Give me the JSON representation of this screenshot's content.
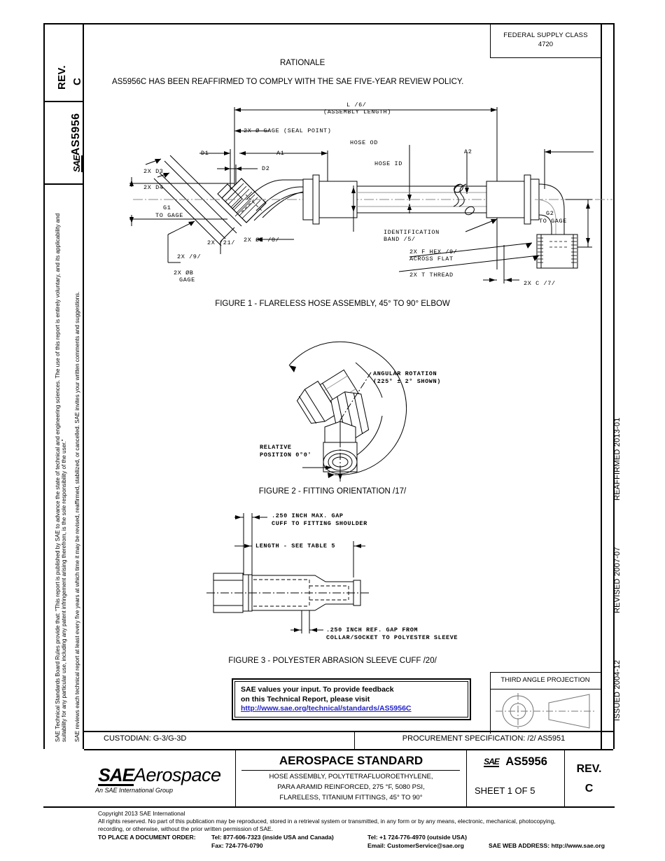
{
  "sidebar_left": {
    "rev_label": "REV.",
    "rev_value": "C",
    "doc_number": "AS5956",
    "sae_mark": "SAE",
    "legal_paragraph_1": "SAE Technical Standards Board Rules provide that: \"This report is published by SAE to advance the state of technical and engineering sciences. The use of this report is entirely voluntary, and its applicability and suitability for any particular use, including any patent infringement arising therefrom, is the sole responsibility of the user.\"",
    "legal_paragraph_2": "SAE reviews each technical report at least every five years at which time it may be revised, reaffirmed, stabilized, or cancelled. SAE invites your written comments and suggestions."
  },
  "sidebar_right": {
    "reaffirmed": "REAFFIRMED 2013-01",
    "revised": "REVISED 2007-07",
    "issued": "ISSUED 2004-12"
  },
  "header": {
    "fsc_label": "FEDERAL SUPPLY CLASS",
    "fsc_value": "4720",
    "rationale_title": "RATIONALE",
    "rationale_body": "AS5956C HAS BEEN REAFFIRMED TO COMPLY WITH THE SAE FIVE-YEAR REVIEW POLICY."
  },
  "figure1": {
    "caption": "FIGURE 1 - FLARELESS HOSE ASSEMBLY, 45° TO 90° ELBOW",
    "labels": {
      "assembly_length_1": "L /6/",
      "assembly_length_2": "(ASSEMBLY LENGTH)",
      "gage_seal_point": "2X Ø GAGE (SEAL POINT)",
      "hose_od": "HOSE OD",
      "hose_id": "HOSE ID",
      "d1": "D1",
      "d2": "D2",
      "a1": "A1",
      "a2": "A2",
      "d3": "2X D3",
      "d4": "2X D4",
      "g1_1": "G1",
      "g1_2": "TO GAGE",
      "g2_1": "G2",
      "g2_2": "TO GAGE",
      "note21": "2X /21/",
      "note9": "2X /9/",
      "dia_b_1": "2X ØB",
      "dia_b_2": "GAGE",
      "dia_e": "2X ØE /8/",
      "ident_band_1": "IDENTIFICATION",
      "ident_band_2": "BAND /5/",
      "f_hex_1": "2X F HEX /9/",
      "f_hex_2": "ACROSS FLAT",
      "t_thread": "2X T THREAD",
      "c_note": "2X C /7/"
    }
  },
  "figure2": {
    "caption": "FIGURE 2 - FITTING ORIENTATION /17/",
    "labels": {
      "angular_rotation_1": "ANGULAR ROTATION",
      "angular_rotation_2": "(225° ± 2° SHOWN)",
      "relative_position_1": "RELATIVE",
      "relative_position_2": "POSITION 0°0'"
    }
  },
  "figure3": {
    "caption": "FIGURE 3 - POLYESTER ABRASION SLEEVE CUFF /20/",
    "labels": {
      "max_gap_1": ".250 INCH MAX. GAP",
      "max_gap_2": "CUFF TO FITTING SHOULDER",
      "length_table": "LENGTH - SEE TABLE 5",
      "ref_gap_1": ".250 INCH REF. GAP FROM",
      "ref_gap_2": "COLLAR/SOCKET TO POLYESTER SLEEVE"
    }
  },
  "feedback": {
    "line1": "SAE values your input. To provide feedback",
    "line2": "on this Technical Report, please visit",
    "link": "http://www.sae.org/technical/standards/AS5956C"
  },
  "projection": {
    "title": "THIRD ANGLE PROJECTION"
  },
  "titleblock": {
    "custodian": "CUSTODIAN: G-3/G-3D",
    "procurement": "PROCUREMENT SPECIFICATION: /2/ AS5951",
    "logo_sae": "SAE",
    "logo_aerospace": "Aerospace",
    "logo_sub": "An SAE International Group",
    "standard_title": "AEROSPACE STANDARD",
    "desc_line1": "HOSE ASSEMBLY, POLYTETRAFLUOROETHYLENE,",
    "desc_line2": "PARA ARAMID REINFORCED, 275 °F, 5080 PSI,",
    "desc_line3": "FLARELESS, TITANIUM FITTINGS, 45° TO 90°",
    "doc_sae_mark": "SAE",
    "doc_number": "AS5956",
    "sheet": "SHEET 1 OF 5",
    "rev_label": "REV.",
    "rev_value": "C"
  },
  "footer": {
    "copyright": "Copyright 2013 SAE International",
    "rights_1": "All rights reserved. No part of this publication may be reproduced, stored in a retrieval system or transmitted, in any form or by any means, electronic, mechanical, photocopying,",
    "rights_2": "recording, or otherwise, without the prior written permission of SAE.",
    "order_label": "TO PLACE A DOCUMENT ORDER:",
    "tel_inside": "Tel: 877-606-7323 (inside USA and Canada)",
    "fax": "Fax: 724-776-0790",
    "tel_outside": "Tel: +1 724-776-4970 (outside USA)",
    "email": "Email: CustomerService@sae.org",
    "web": "SAE WEB ADDRESS: http://www.sae.org"
  }
}
